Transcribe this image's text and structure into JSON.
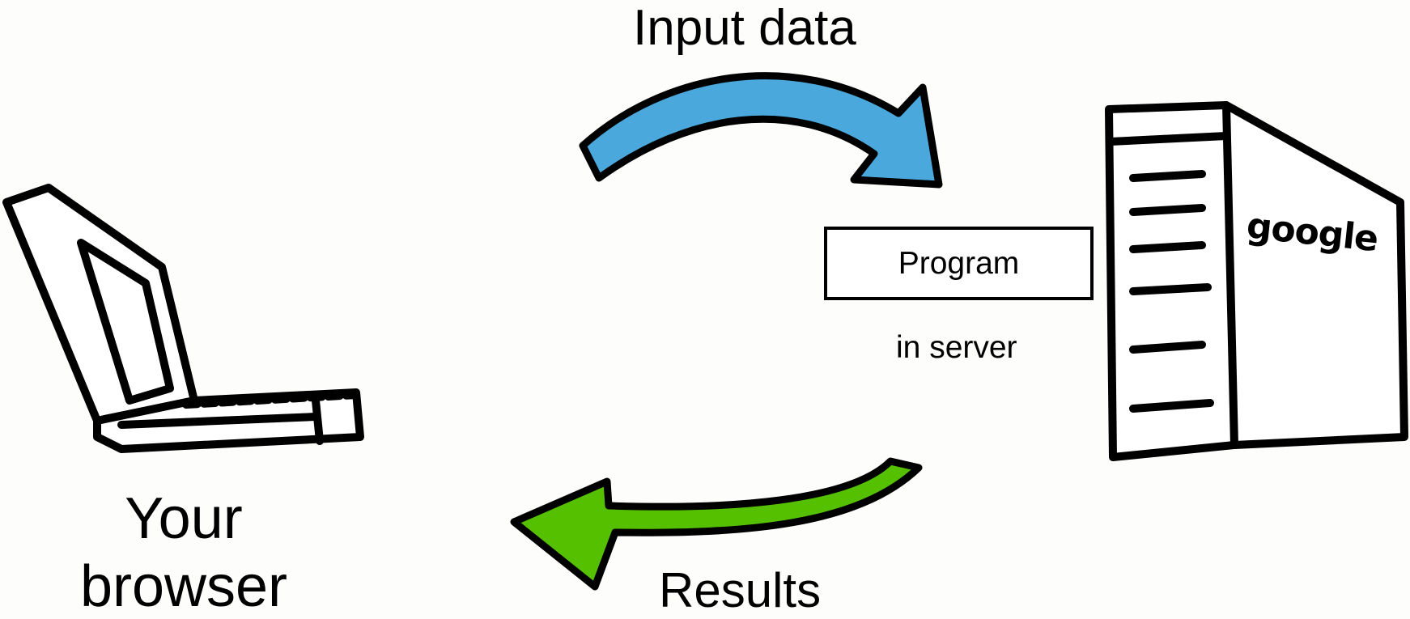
{
  "labels": {
    "input": "Input data",
    "browser": "Your browser",
    "results": "Results",
    "program": "Program",
    "in_server": "in server",
    "server_brand": "google"
  },
  "colors": {
    "input_arrow": "#4aa8dc",
    "results_arrow": "#55c000",
    "outline": "#000000"
  },
  "icons": {
    "client": "laptop-icon",
    "server": "server-tower-icon",
    "request": "curved-arrow-right",
    "response": "curved-arrow-left"
  }
}
